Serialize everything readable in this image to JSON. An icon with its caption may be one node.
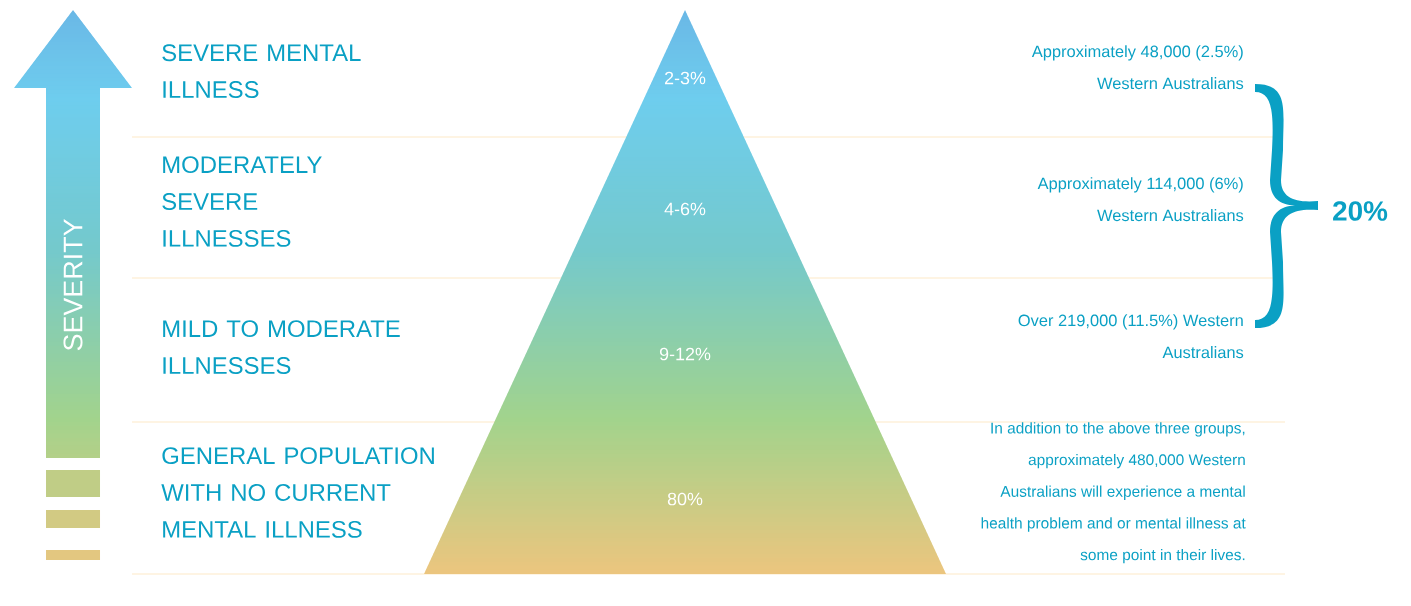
{
  "diagram": {
    "nodes": [
      {
        "text": [
          "SEVERITY"
        ]
      },
      {
        "text": [
          "2-3%"
        ]
      },
      {
        "text": [
          "4-6%"
        ]
      },
      {
        "text": [
          "9-12%"
        ]
      },
      {
        "text": [
          "80%"
        ]
      }
    ],
    "labels": [
      "SEVERE MENTAL ILLNESS",
      "Approximately 48,000 (2.5%) Western Australians",
      "MODERATELY SEVERE ILLNESSES",
      "Approximately 114,000 (6%) Western Australians",
      "20%",
      "MILD TO MODERATE ILLNESSES",
      "Over 219,000 (11.5%) Western Australians",
      "GENERAL POPULATION WITH NO CURRENT MENTAL ILLNESS",
      "In addition to the above three groups, approximately 480,000 Western Australians will experience a mental health problem and or mental illness at some point in their lives."
    ]
  }
}
